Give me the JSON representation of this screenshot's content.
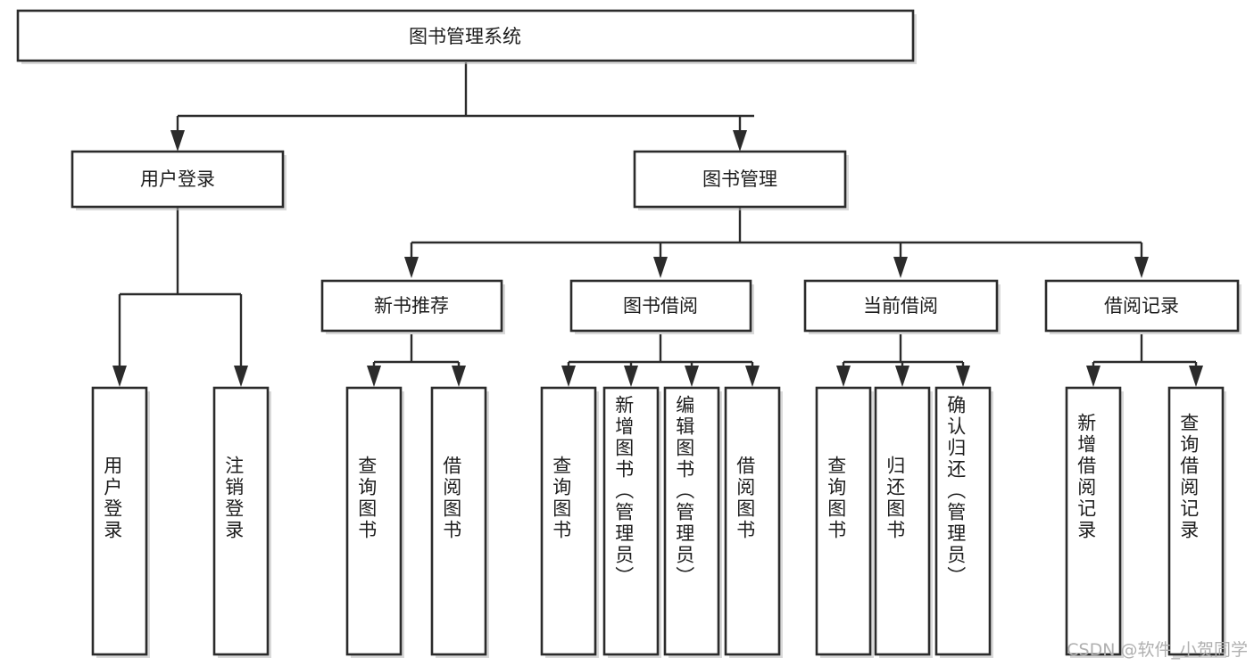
{
  "diagram": {
    "title": "图书管理系统",
    "type": "tree-hierarchy-chart",
    "colors": {
      "stroke": "#2b2b2b",
      "fill": "#ffffff",
      "shadow": "#b9b9b9",
      "text": "#1d1d1d",
      "watermark": "#b0b0b0"
    },
    "root": {
      "label": "图书管理系统",
      "orientation": "horizontal"
    },
    "level2": [
      {
        "label": "用户登录",
        "orientation": "horizontal"
      },
      {
        "label": "图书管理",
        "orientation": "horizontal"
      }
    ],
    "level3": [
      {
        "label": "新书推荐",
        "orientation": "horizontal"
      },
      {
        "label": "图书借阅",
        "orientation": "horizontal"
      },
      {
        "label": "当前借阅",
        "orientation": "horizontal"
      },
      {
        "label": "借阅记录",
        "orientation": "horizontal"
      }
    ],
    "leaves_user_login": [
      {
        "label": "用户登录",
        "orientation": "vertical"
      },
      {
        "label": "注销登录",
        "orientation": "vertical"
      }
    ],
    "leaves_new_book": [
      {
        "label": "查询图书",
        "orientation": "vertical"
      },
      {
        "label": "借阅图书",
        "orientation": "vertical"
      }
    ],
    "leaves_borrow": [
      {
        "label": "查询图书",
        "orientation": "vertical"
      },
      {
        "label": "新增图书（管理员）",
        "orientation": "vertical"
      },
      {
        "label": "编辑图书（管理员）",
        "orientation": "vertical"
      },
      {
        "label": "借阅图书",
        "orientation": "vertical"
      }
    ],
    "leaves_current": [
      {
        "label": "查询图书",
        "orientation": "vertical"
      },
      {
        "label": "归还图书",
        "orientation": "vertical"
      },
      {
        "label": "确认归还（管理员）",
        "orientation": "vertical"
      }
    ],
    "leaves_record": [
      {
        "label": "新增借阅记录",
        "orientation": "vertical"
      },
      {
        "label": "查询借阅记录",
        "orientation": "vertical"
      }
    ],
    "watermark": "CSDN @软件_小贺同学"
  }
}
